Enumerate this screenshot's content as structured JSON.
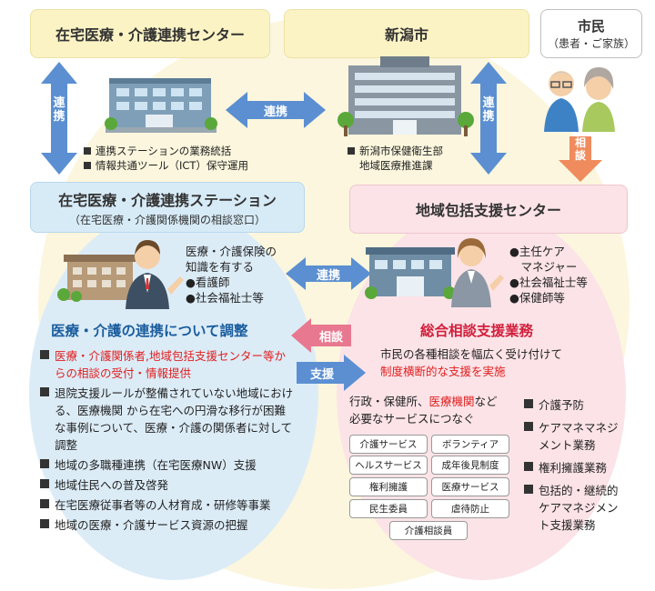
{
  "header": {
    "center_title": "在宅医療・介護連携センター",
    "city_title": "新潟市",
    "citizen_title": "市民",
    "citizen_sub": "（患者・ご家族）"
  },
  "arrows": {
    "renkei_left": "連携",
    "renkei_center": "連携",
    "renkei_right": "連携",
    "soudan_citizen": "相談",
    "renkei_middle": "連携",
    "soudan_middle": "相談",
    "shien_middle": "支援"
  },
  "center_notes": [
    "連携ステーションの業務統括",
    "情報共通ツール（ICT）保守運用"
  ],
  "city_notes": [
    "新潟市保健衛生部",
    "地域医療推進課"
  ],
  "station": {
    "title": "在宅医療・介護連携ステーション",
    "subtitle": "（在宅医療・介護関係機関の相談窓口）",
    "staff_intro": [
      "医療・介護保険の",
      "知識を有する"
    ],
    "staff": [
      "●看護師",
      "●社会福祉士等"
    ],
    "heading": "医療・介護の連携について調整",
    "item1_red": "医療・介護関係者,地域包括支援センター等からの相談の受付・情報提供",
    "item2": "退院支援ルールが整備されていない地域における、医療機関 から在宅への円滑な移行が困難な事例について、医療・介護の関係者に対して調整",
    "items": [
      "地域の多職種連携（在宅医療NW）支援",
      "地域住民への普及啓発",
      "在宅医療従事者等の人材育成・研修等事業",
      "地域の医療・介護サービス資源の把握"
    ]
  },
  "houkatsu": {
    "title": "地域包括支援センター",
    "staff": [
      "●主任ケア",
      "　マネジャー",
      "●社会福祉士等",
      "●保健師等"
    ],
    "heading": "総合相談支援業務",
    "desc1": "市民の各種相談を幅広く受け付けて",
    "desc2_red": "制度横断的な支援を実施",
    "connect_pre": "行政・保健所、",
    "connect_red": "医療機関",
    "connect_post": "など",
    "connect_line2": "必要なサービスにつなぐ",
    "tags": [
      "介護サービス",
      "ボランティア",
      "ヘルスサービス",
      "成年後見制度",
      "権利擁護",
      "医療サービス",
      "民生委員",
      "虐待防止",
      "介護相談員"
    ],
    "duties": [
      "介護予防",
      "ケアマネマネジメント業務",
      "権利擁護業務",
      "包括的・継続的ケアマネジメント支援業務"
    ]
  },
  "colors": {
    "arrow_blue": "#5b8fd2",
    "arrow_pink": "#e8788f",
    "arrow_orange": "#ef8b5d",
    "heading_blue": "#1a5d9e",
    "heading_red": "#d21f3c"
  }
}
